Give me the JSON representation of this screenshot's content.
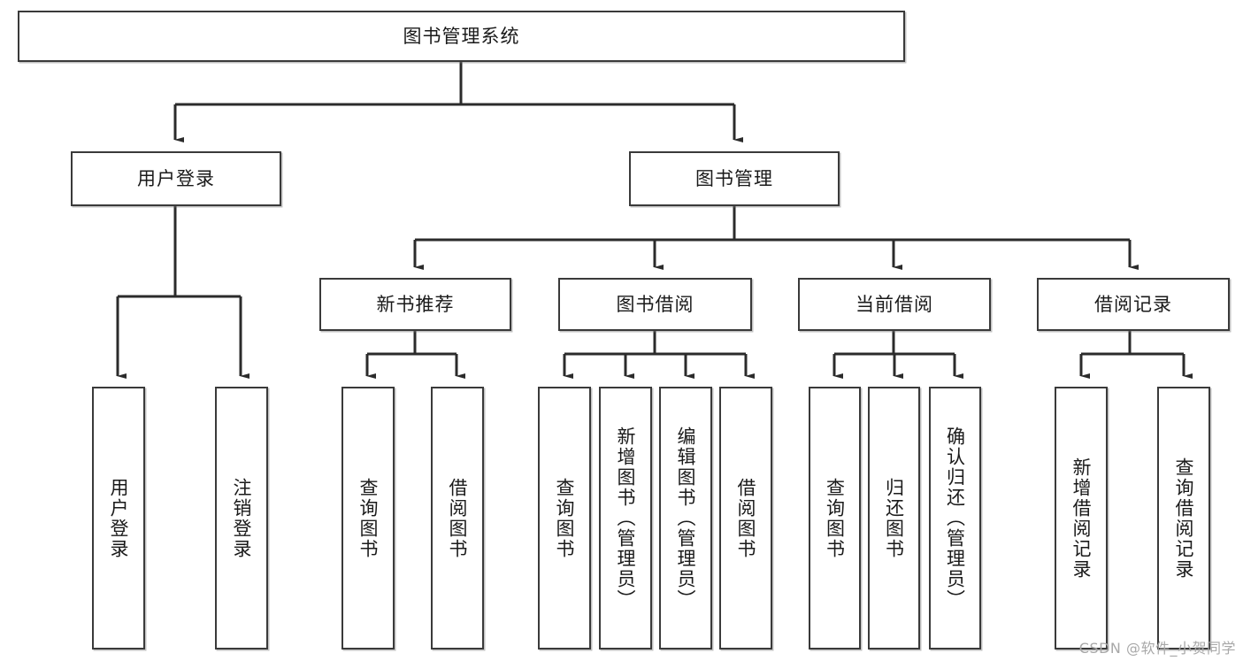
{
  "diagram": {
    "title": "图书管理系统",
    "type": "tree-hierarchy-chart",
    "watermark": "CSDN @软件_小贺同学",
    "colors": {
      "box_border": "#3a3a3a",
      "box_fill": "#ffffff",
      "connector": "#2b2b2b",
      "watermark": "#a8a8a8",
      "background": "#ffffff"
    },
    "nodes": {
      "root": {
        "label": "图书管理系统",
        "orientation": "horizontal"
      },
      "level1": [
        {
          "id": "user-login",
          "label": "用户登录",
          "orientation": "horizontal"
        },
        {
          "id": "book-manage",
          "label": "图书管理",
          "orientation": "horizontal"
        }
      ],
      "level2": [
        {
          "id": "new-book-recommend",
          "label": "新书推荐",
          "orientation": "horizontal"
        },
        {
          "id": "book-borrow",
          "label": "图书借阅",
          "orientation": "horizontal"
        },
        {
          "id": "current-borrow",
          "label": "当前借阅",
          "orientation": "horizontal"
        },
        {
          "id": "borrow-record",
          "label": "借阅记录",
          "orientation": "horizontal"
        }
      ],
      "leaves": [
        {
          "id": "leaf-user-login",
          "label": "用户登录",
          "parent": "user-login",
          "orientation": "vertical"
        },
        {
          "id": "leaf-logout-login",
          "label": "注销登录",
          "parent": "user-login",
          "orientation": "vertical"
        },
        {
          "id": "leaf-query-book-1",
          "label": "查询图书",
          "parent": "new-book-recommend",
          "orientation": "vertical"
        },
        {
          "id": "leaf-borrow-book-1",
          "label": "借阅图书",
          "parent": "new-book-recommend",
          "orientation": "vertical"
        },
        {
          "id": "leaf-query-book-2",
          "label": "查询图书",
          "parent": "book-borrow",
          "orientation": "vertical"
        },
        {
          "id": "leaf-add-book",
          "label": "新增图书（管理员）",
          "parent": "book-borrow",
          "orientation": "vertical"
        },
        {
          "id": "leaf-edit-book",
          "label": "编辑图书（管理员）",
          "parent": "book-borrow",
          "orientation": "vertical"
        },
        {
          "id": "leaf-borrow-book-2",
          "label": "借阅图书",
          "parent": "book-borrow",
          "orientation": "vertical"
        },
        {
          "id": "leaf-query-book-3",
          "label": "查询图书",
          "parent": "current-borrow",
          "orientation": "vertical"
        },
        {
          "id": "leaf-return-book",
          "label": "归还图书",
          "parent": "current-borrow",
          "orientation": "vertical"
        },
        {
          "id": "leaf-confirm-return",
          "label": "确认归还（管理员）",
          "parent": "current-borrow",
          "orientation": "vertical"
        },
        {
          "id": "leaf-add-record",
          "label": "新增借阅记录",
          "parent": "borrow-record",
          "orientation": "vertical"
        },
        {
          "id": "leaf-query-record",
          "label": "查询借阅记录",
          "parent": "borrow-record",
          "orientation": "vertical"
        }
      ]
    }
  }
}
